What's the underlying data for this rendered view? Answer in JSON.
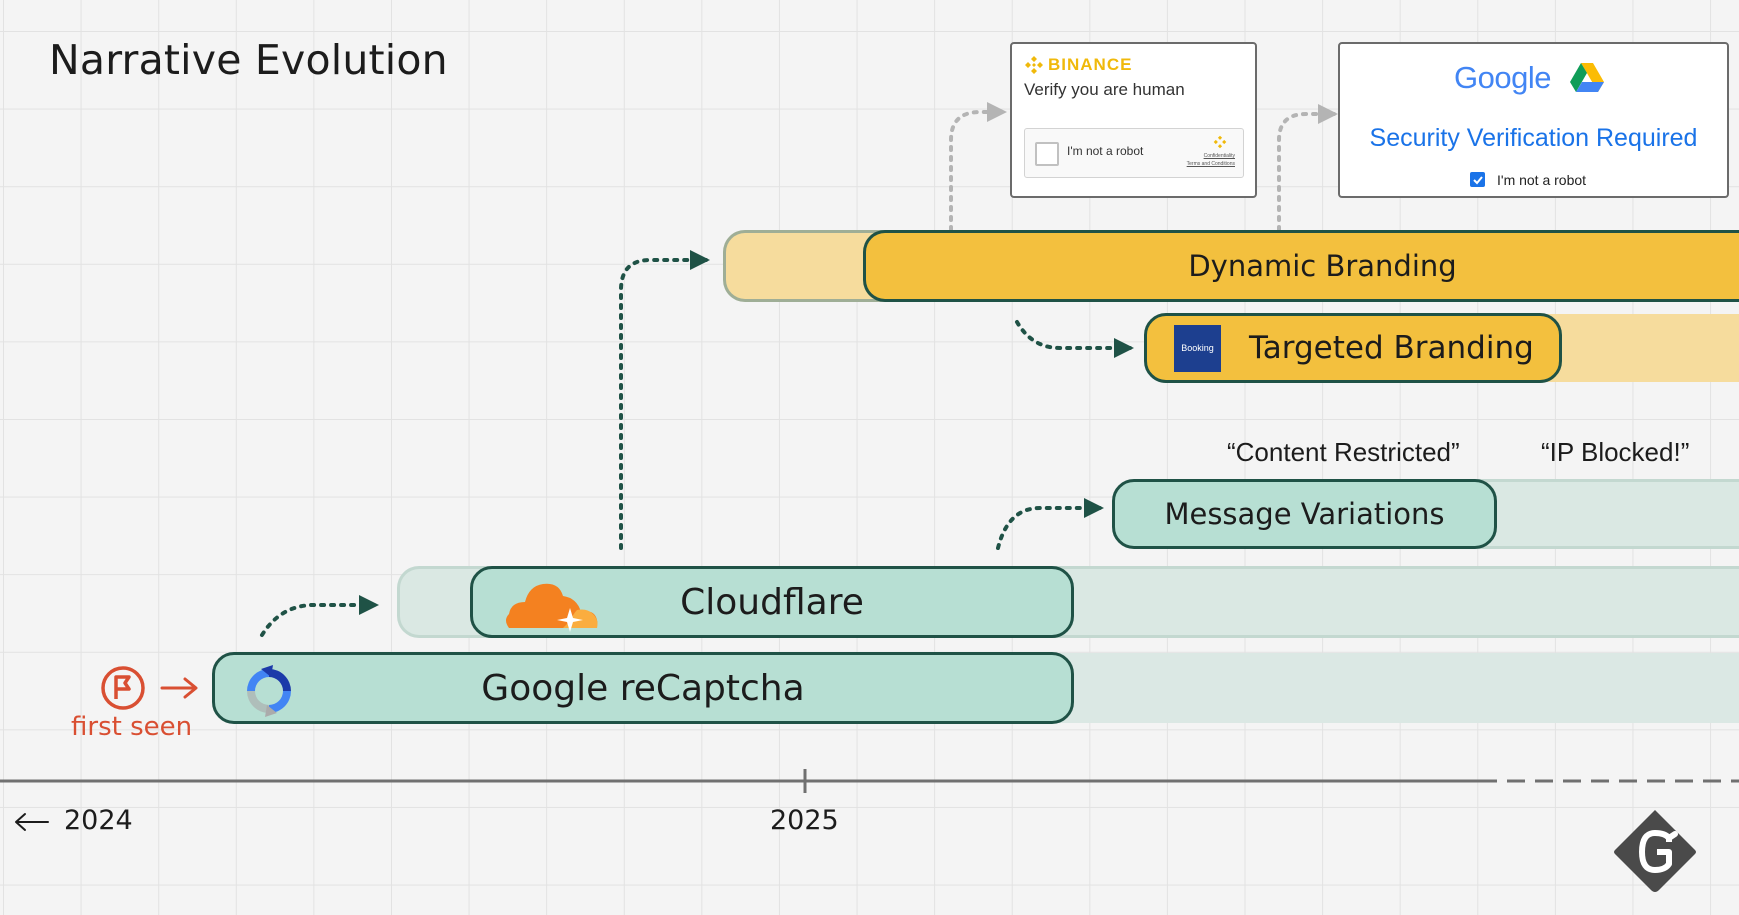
{
  "title": "Narrative Evolution",
  "bars": {
    "recaptcha": "Google reCaptcha",
    "cloudflare": "Cloudflare",
    "message_variations": "Message Variations",
    "dynamic_branding": "Dynamic Branding",
    "targeted_branding": "Targeted Branding"
  },
  "quotes": {
    "content_restricted": "“Content Restricted”",
    "ip_blocked": "“IP Blocked!”"
  },
  "first_seen": "first seen",
  "axis": {
    "start_label": "2024",
    "mid_label": "2025"
  },
  "binance_card": {
    "brand": "BINANCE",
    "heading": "Verify you are human",
    "checkbox_label": "I'm not a robot",
    "fine_print_1": "Confidentiality",
    "fine_print_2": "Terms and Conditions"
  },
  "google_card": {
    "brand": "Google",
    "heading": "Security Verification Required",
    "checkbox_label": "I'm not a robot"
  },
  "booking_logo": "Booking",
  "colors": {
    "dark_green": "#1f5246",
    "light_green": "#b7dfd3",
    "yellow": "#f3c03e",
    "accent_red": "#d94f32"
  }
}
